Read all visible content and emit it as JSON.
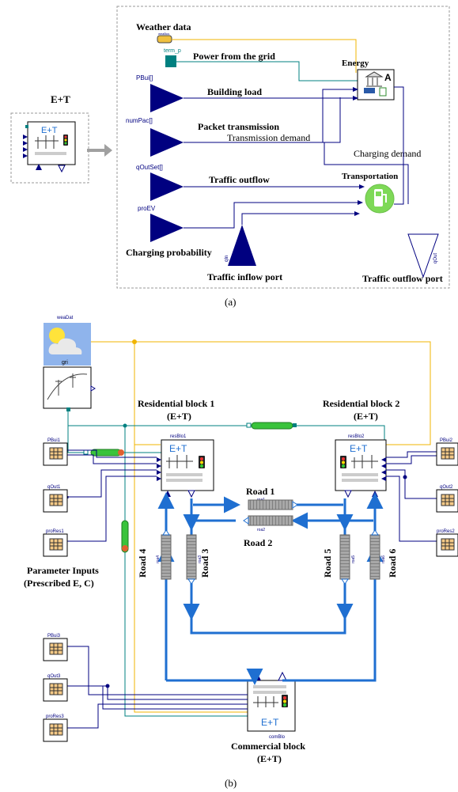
{
  "panel_a": {
    "et_block_title": "E+T",
    "et_icon_label": "E+T",
    "weather": {
      "label": "Weather data",
      "bus_name": "weaBus"
    },
    "grid": {
      "label": "Power from the grid",
      "param": "term_p"
    },
    "building": {
      "param": "PBui[]",
      "label": "Building load"
    },
    "packet": {
      "param": "numPac[]",
      "label": "Packet transmission",
      "demand": "Transmission demand"
    },
    "charging_demand": "Charging demand",
    "traffic_out": {
      "param": "qOutSet[]",
      "label": "Traffic outflow"
    },
    "ev": {
      "param": "proEV",
      "label": "Charging probability"
    },
    "inflow_port": {
      "param": "qIn",
      "label": "Traffic inflow port"
    },
    "outflow_port": {
      "param": "qOut",
      "label": "Traffic outflow port"
    },
    "energy_label": "Energy",
    "transportation_label": "Transportation",
    "caption": "(a)"
  },
  "panel_b": {
    "weather_name": "weaDat",
    "grid_name": "gri",
    "res1": {
      "title_line1": "Residential block 1",
      "title_line2": "(E+T)",
      "name": "resBlo1",
      "icon_label": "E+T"
    },
    "res2": {
      "title_line1": "Residential block 2",
      "title_line2": "(E+T)",
      "name": "resBlo2",
      "icon_label": "E+T"
    },
    "commercial": {
      "title_line1": "Commercial block",
      "title_line2": "(E+T)",
      "name": "comBlo",
      "icon_label": "E+T"
    },
    "road1": {
      "label": "Road 1",
      "name": "roa1"
    },
    "road2": {
      "label": "Road 2",
      "name": "roa2"
    },
    "road3": {
      "label": "Road 3",
      "name": "roa3"
    },
    "road4": {
      "label": "Road 4",
      "name": "roa4"
    },
    "road5": {
      "label": "Road 5",
      "name": "roa5"
    },
    "road6": {
      "label": "Road 6",
      "name": "roa6"
    },
    "tables_left": [
      "PBui1",
      "qOut1",
      "proRes1"
    ],
    "tables_right": [
      "PBui2",
      "qOut2",
      "proRes2"
    ],
    "tables_bottom": [
      "PBui3",
      "qOut3",
      "proRes3"
    ],
    "param_label_line1": "Parameter Inputs",
    "param_label_line2": "(Prescribed E, C)",
    "caption": "(b)"
  },
  "colors": {
    "navy": "#000080",
    "teal": "#008080",
    "gold": "#f0b400",
    "road_blue": "#1f6fd1",
    "cable_green": "#39c33b",
    "grey_arrow": "#a0a0a0"
  }
}
